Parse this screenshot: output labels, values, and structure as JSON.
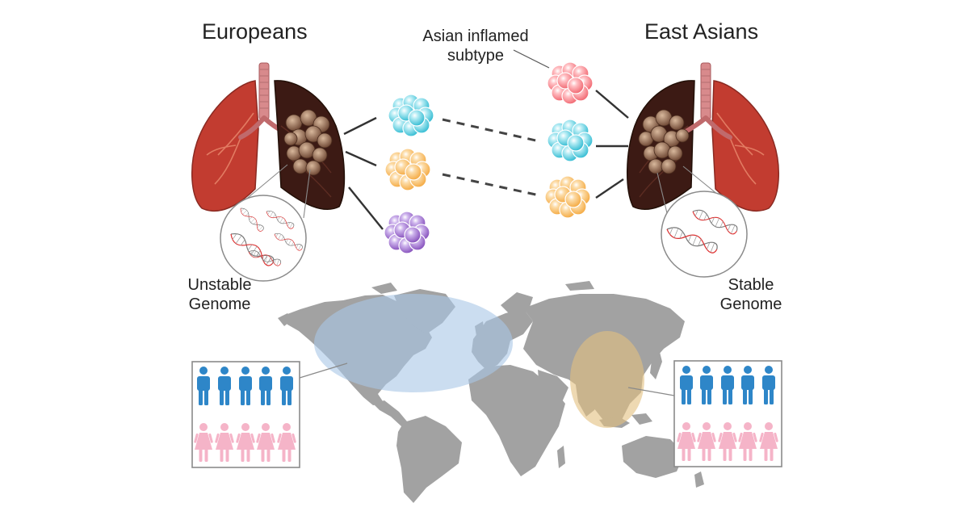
{
  "labels": {
    "left_title": "Europeans",
    "right_title": "East Asians",
    "subtype_line1": "Asian inflamed",
    "subtype_line2": "subtype",
    "left_genome_line1": "Unstable",
    "left_genome_line2": "Genome",
    "right_genome_line1": "Stable",
    "right_genome_line2": "Genome"
  },
  "colors": {
    "cluster_cyan": "#28b8d0",
    "cluster_orange": "#f4a63a",
    "cluster_purple": "#8048b8",
    "cluster_red": "#f0606a",
    "male_figure": "#2e86c8",
    "female_figure": "#f5b4c8",
    "map_gray": "#a2a2a2",
    "europe_na_ellipse": "#a9c7e6",
    "asia_ellipse": "#e2c07e",
    "healthy_lung": "#c23c30",
    "diseased_lung": "#3c1a14",
    "tumor": "#8a6148"
  },
  "icons": {
    "lung": "lungs-icon",
    "tumor_cluster": "cell-cluster-icon",
    "dna": "dna-helix-icon",
    "male": "male-person-icon",
    "female": "female-person-icon",
    "map": "world-map-icon"
  }
}
